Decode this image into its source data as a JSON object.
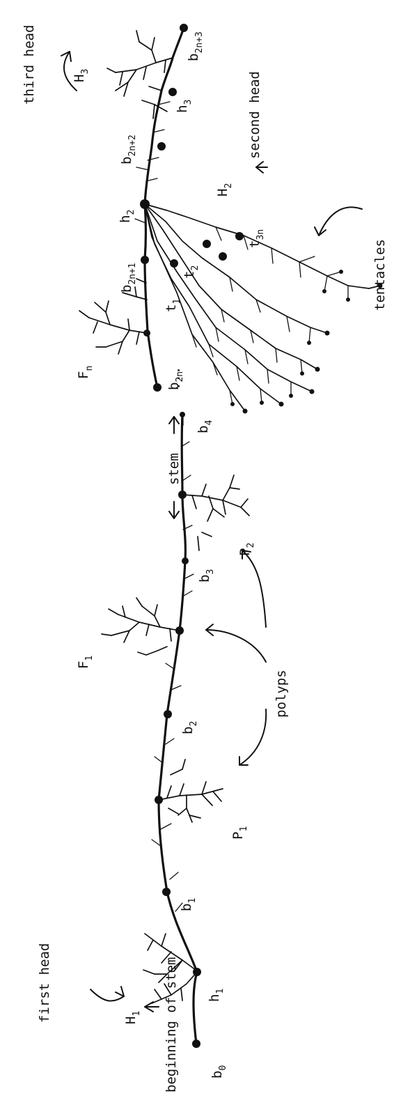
{
  "labels": {
    "first_head": "first head",
    "beginning_of_stem": "beginning of stem",
    "H1": {
      "base": "H",
      "sub": "1"
    },
    "h1": {
      "base": "h",
      "sub": "1"
    },
    "b0": {
      "base": "b",
      "sub": "0"
    },
    "b1": {
      "base": "b",
      "sub": "1"
    },
    "b2": {
      "base": "b",
      "sub": "2"
    },
    "b3": {
      "base": "b",
      "sub": "3"
    },
    "b4": {
      "base": "b",
      "sub": "4"
    },
    "P1": {
      "base": "P",
      "sub": "1"
    },
    "P2": {
      "base": "P",
      "sub": "2"
    },
    "F1": {
      "base": "F",
      "sub": "1"
    },
    "Fn": {
      "base": "F",
      "sub": "n"
    },
    "polyps": "polyps",
    "stem": "stem",
    "ellipsis": "...",
    "b2n": {
      "base": "b",
      "sub": "2n"
    },
    "b2n1": {
      "base": "b",
      "sub": "2n+1"
    },
    "b2n2": {
      "base": "b",
      "sub": "2n+2"
    },
    "b2n3": {
      "base": "b",
      "sub": "2n+3"
    },
    "h2": {
      "base": "h",
      "sub": "2"
    },
    "h3": {
      "base": "h",
      "sub": "3"
    },
    "H2": {
      "base": "H",
      "sub": "2"
    },
    "H3": {
      "base": "H",
      "sub": "3"
    },
    "t1": {
      "base": "t",
      "sub": "1"
    },
    "t2": {
      "base": "t",
      "sub": "2"
    },
    "t3n": {
      "base": "t",
      "sub": "3n"
    },
    "tentacles": "tentacles",
    "second_head": "second head",
    "third_head": "third head"
  }
}
